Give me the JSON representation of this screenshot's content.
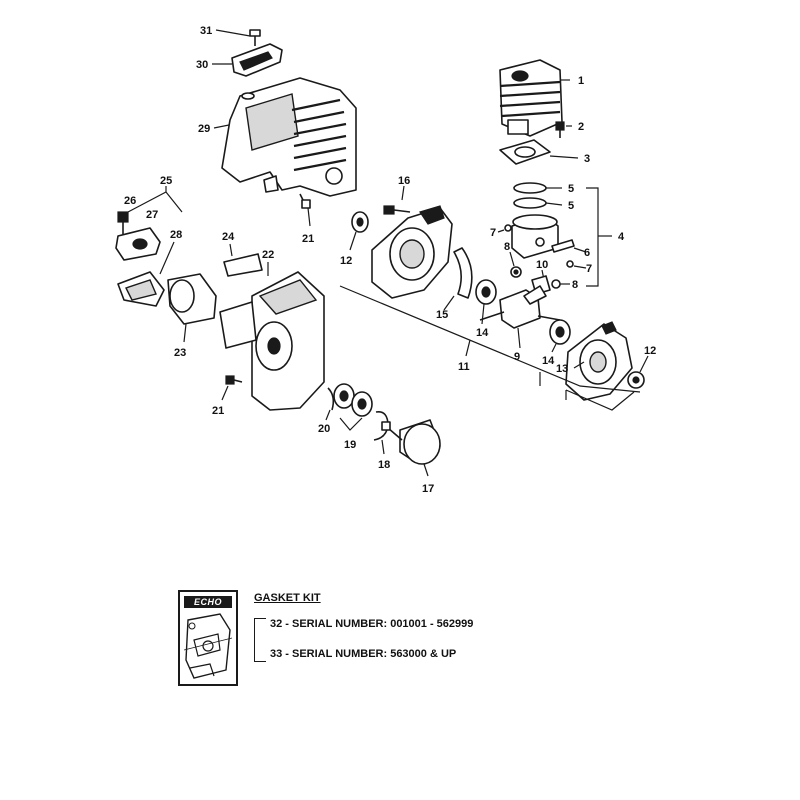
{
  "parts": {
    "p1": "1",
    "p2": "2",
    "p3": "3",
    "p4": "4",
    "p5a": "5",
    "p5b": "5",
    "p6": "6",
    "p7a": "7",
    "p7b": "7",
    "p8a": "8",
    "p8b": "8",
    "p9": "9",
    "p10": "10",
    "p11": "11",
    "p12a": "12",
    "p12b": "12",
    "p13": "13",
    "p14a": "14",
    "p14b": "14",
    "p15": "15",
    "p16": "16",
    "p17": "17",
    "p18": "18",
    "p19": "19",
    "p20": "20",
    "p21a": "21",
    "p21b": "21",
    "p22": "22",
    "p23": "23",
    "p24": "24",
    "p25": "25",
    "p26": "26",
    "p27": "27",
    "p28": "28",
    "p29": "29",
    "p30": "30",
    "p31": "31"
  },
  "gasket_kit": {
    "logo": "ECHO",
    "title": "GASKET KIT",
    "line_32": "32 - SERIAL NUMBER: 001001 - 562999",
    "line_33": "33 - SERIAL NUMBER: 563000 & UP"
  }
}
